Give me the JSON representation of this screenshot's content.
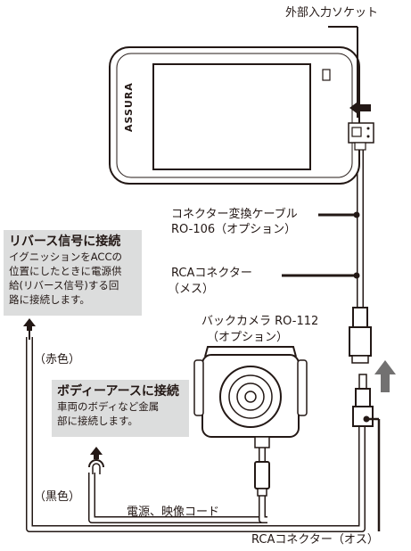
{
  "labels": {
    "external_input_socket": "外部入力ソケット",
    "conversion_cable_line1": "コネクター変換ケーブル",
    "conversion_cable_line2": "RO-106（オプション）",
    "rca_female_line1": "RCAコネクター",
    "rca_female_line2": "（メス）",
    "camera_line1": "バックカメラ RO-112",
    "camera_line2": "（オプション）",
    "red_wire": "（赤色）",
    "black_wire": "（黒色）",
    "power_video_cord": "電源、映像コード",
    "rca_male": "RCAコネクター（オス）"
  },
  "reverse_box": {
    "title": "リバース信号に接続",
    "lines": [
      "イグニッションをACCの",
      "位置にしたときに電源供",
      "給(リバース信号)する回",
      "路に接続します。"
    ]
  },
  "body_earth_box": {
    "title": "ボディーアースに接続",
    "lines": [
      "車両のボディなど金属",
      "部に接続します。"
    ]
  },
  "device": {
    "brand": "ASSURA"
  },
  "colors": {
    "box_gray": "#dcdddd",
    "line": "#231815",
    "text": "#231815"
  }
}
